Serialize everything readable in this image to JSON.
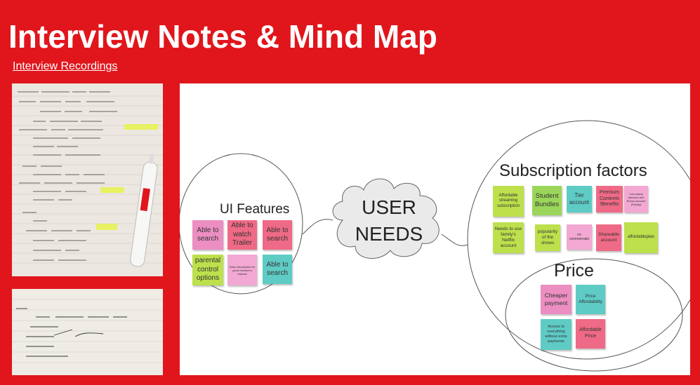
{
  "header": {
    "title": "Interview Notes & Mind Map",
    "recordings_link": "Interview Recordings"
  },
  "photos": [
    {
      "name": "handwritten-notes-page-1"
    },
    {
      "name": "handwritten-notes-page-2"
    }
  ],
  "mindmap": {
    "center": "USER NEEDS",
    "ui_features": {
      "title": "UI Features",
      "notes": [
        {
          "text": "Able to search",
          "color": "pink"
        },
        {
          "text": "Able to watch Trailer",
          "color": "red"
        },
        {
          "text": "Able to search",
          "color": "red"
        },
        {
          "text": "parental control options",
          "color": "lime"
        },
        {
          "text": "Easy introduction for good member's interest",
          "color": "lpink"
        },
        {
          "text": "Able to search",
          "color": "teal"
        }
      ]
    },
    "subscription": {
      "title": "Subscription factors",
      "notes": [
        {
          "text": "Affordable streaming subscription",
          "color": "lime"
        },
        {
          "text": "Student Bundles",
          "color": "green"
        },
        {
          "text": "Tier account",
          "color": "teal"
        },
        {
          "text": "Premium Contents /Benefits",
          "color": "red"
        },
        {
          "text": "Low yearly discount and Bonus account (Family)",
          "color": "lpink"
        },
        {
          "text": "Needs to use family's Netflix account",
          "color": "lime"
        },
        {
          "text": "popularity of the shows",
          "color": "lime"
        },
        {
          "text": "no commercials",
          "color": "lpink"
        },
        {
          "text": "Shareable account",
          "color": "red"
        },
        {
          "text": "affordableplan",
          "color": "lime"
        }
      ]
    },
    "price": {
      "title": "Price",
      "notes": [
        {
          "text": "Cheaper payment",
          "color": "pink"
        },
        {
          "text": "Price Affordability",
          "color": "teal"
        },
        {
          "text": "Access to everything without extra payments",
          "color": "teal"
        },
        {
          "text": "Affordable Price",
          "color": "red"
        }
      ]
    }
  }
}
